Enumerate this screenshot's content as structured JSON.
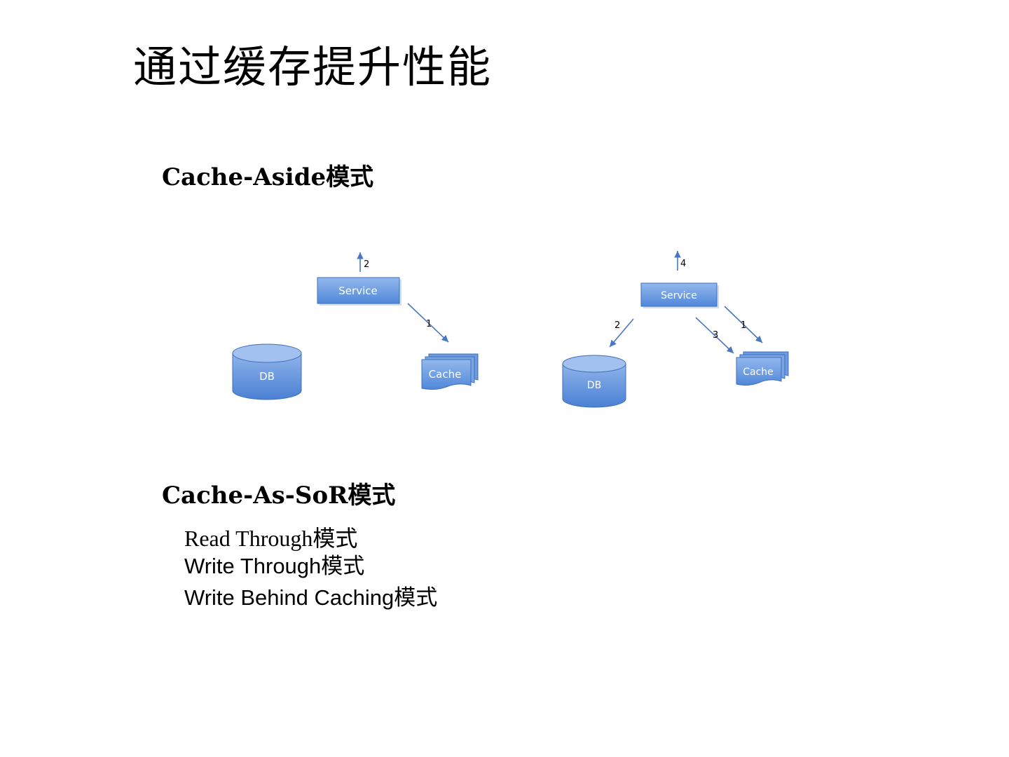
{
  "title": "通过缓存提升性能",
  "cache_aside": {
    "heading": "Cache-Aside模式",
    "diagram_left": {
      "service_label": "Service",
      "db_label": "DB",
      "cache_label": "Cache",
      "step_labels": [
        "2",
        "1"
      ]
    },
    "diagram_right": {
      "service_label": "Service",
      "db_label": "DB",
      "cache_label": "Cache",
      "step_labels": [
        "4",
        "2",
        "3",
        "1"
      ]
    }
  },
  "cache_as_sor": {
    "heading": "Cache-As-SoR模式",
    "items": [
      "Read Through模式",
      "Write Through模式",
      "Write Behind Caching模式"
    ]
  },
  "colors": {
    "box_fill_top": "#8fb4ea",
    "box_fill_bottom": "#4f86d9",
    "box_stroke": "#3d6fb8",
    "arrow": "#4a78c0"
  }
}
